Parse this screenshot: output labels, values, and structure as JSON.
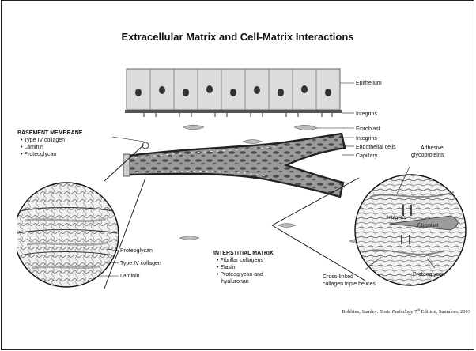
{
  "title": "Extracellular Matrix and Cell-Matrix Interactions",
  "labels": {
    "epithelium": "Epithelium",
    "integrins_top": "Integrins",
    "fibroblast_right": "Fibroblast",
    "integrins_mid": "Integrins",
    "endothelial_cells": "Endothelial cells",
    "capillary": "Capillary",
    "adhesive_1": "Adhesive",
    "adhesive_2": "glycoproteins",
    "integrins_zoom": "Integrins",
    "fibroblast_zoom": "Fibroblast",
    "proteoglycan_left": "Proteoglycan",
    "type_iv_collagen": "Type IV collagen",
    "laminin": "Laminin",
    "cross_linked_1": "Cross-linked",
    "cross_linked_2": "collagen triple helices",
    "proteoglycan_right": "Proteoglycan"
  },
  "basement_membrane": {
    "heading": "BASEMENT MEMBRANE",
    "items": [
      "• Type IV collagen",
      "• Laminin",
      "• Proteoglycan"
    ]
  },
  "interstitial_matrix": {
    "heading": "INTERSTITIAL MATRIX",
    "items": [
      "• Fibrillar collagens",
      "• Elastin",
      "• Proteoglycan and",
      "hyaluronan"
    ]
  },
  "citation": {
    "authors": "Robbins, Stanley.",
    "book": "Basic Pathology",
    "edition_num": "7",
    "edition_sup": "th",
    "rest": "Edition, Saunders, 2003"
  }
}
